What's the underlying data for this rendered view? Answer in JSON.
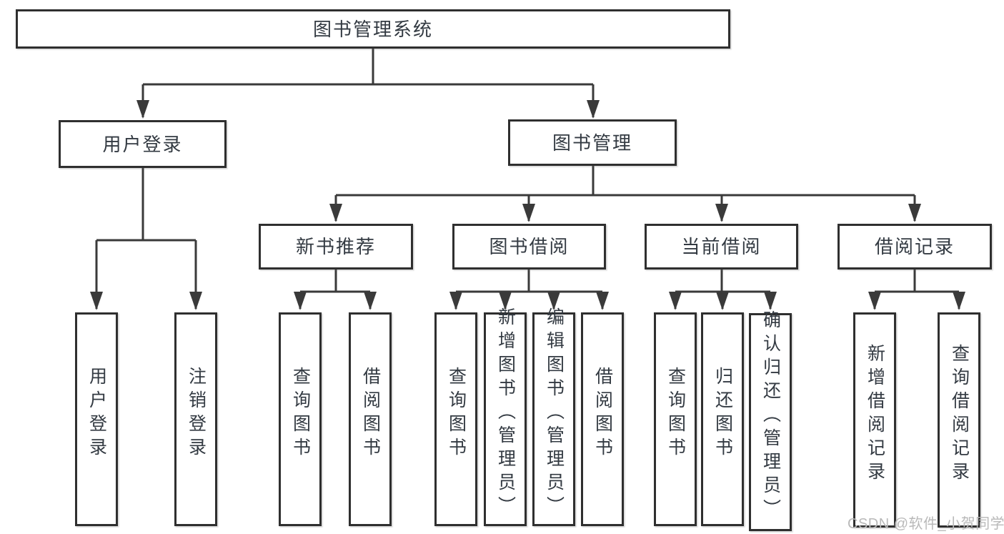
{
  "diagram_title": "图书管理系统",
  "tree": {
    "root": "图书管理系统",
    "branches": [
      {
        "label": "用户登录",
        "children": [
          {
            "label": "用户登录"
          },
          {
            "label": "注销登录"
          }
        ]
      },
      {
        "label": "图书管理",
        "children": [
          {
            "label": "新书推荐",
            "children": [
              {
                "label": "查询图书"
              },
              {
                "label": "借阅图书"
              }
            ]
          },
          {
            "label": "图书借阅",
            "children": [
              {
                "label": "查询图书"
              },
              {
                "label": "新增图书（管理员）"
              },
              {
                "label": "编辑图书（管理员）"
              },
              {
                "label": "借阅图书"
              }
            ]
          },
          {
            "label": "当前借阅",
            "children": [
              {
                "label": "查询图书"
              },
              {
                "label": "归还图书"
              },
              {
                "label": "确认归还（管理员）"
              }
            ]
          },
          {
            "label": "借阅记录",
            "children": [
              {
                "label": "新增借阅记录"
              },
              {
                "label": "查询借阅记录"
              }
            ]
          }
        ]
      }
    ]
  },
  "watermark": "CSDN @软件_小贺同学",
  "colors": {
    "line": "#3a3a3a",
    "box-border": "#2f2f2f",
    "text": "#333a42",
    "watermark": "#b9b9b9",
    "bg": "#ffffff"
  }
}
